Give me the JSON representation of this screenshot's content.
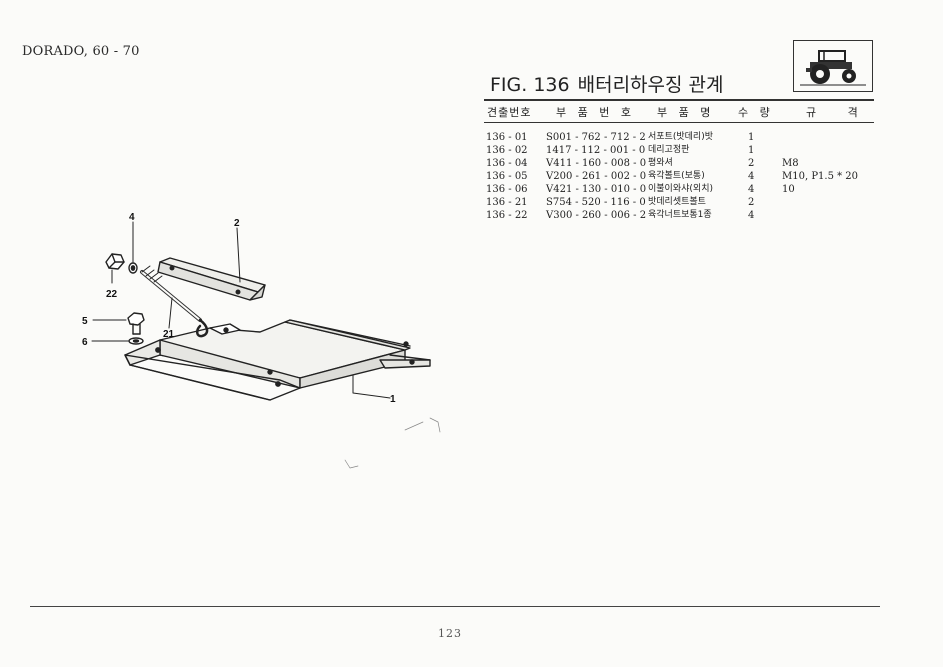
{
  "header": {
    "model": "DORADO, 60 - 70"
  },
  "figure": {
    "number": "FIG. 136",
    "name": "배터리하우징 관계"
  },
  "table": {
    "columns": [
      "견출번호",
      "부 품 번 호",
      "부 품 명",
      "수 량",
      "규 격"
    ],
    "rows": [
      {
        "no": "136 - 01",
        "part_no": "S001 - 762 - 712 - 2",
        "name": "서포트(밧데리)밧",
        "qty": "1",
        "spec": ""
      },
      {
        "no": "136 - 02",
        "part_no": "1417 - 112 - 001 - 0",
        "name": "데리고정판",
        "qty": "1",
        "spec": ""
      },
      {
        "no": "136 - 04",
        "part_no": "V411 - 160 - 008 - 0",
        "name": "평와셔",
        "qty": "2",
        "spec": "M8"
      },
      {
        "no": "136 - 05",
        "part_no": "V200 - 261 - 002 - 0",
        "name": "육각볼트(보통)",
        "qty": "4",
        "spec": "M10, P1.5 * 20"
      },
      {
        "no": "136 - 06",
        "part_no": "V421 - 130 - 010 - 0",
        "name": "이불이와샤(외치)",
        "qty": "4",
        "spec": "10"
      },
      {
        "no": "136 - 21",
        "part_no": "S754 - 520 - 116 - 0",
        "name": "밧데리셋트볼트",
        "qty": "2",
        "spec": ""
      },
      {
        "no": "136 - 22",
        "part_no": "V300 - 260 - 006 - 2",
        "name": "육각너트보통1종",
        "qty": "4",
        "spec": ""
      }
    ]
  },
  "diagram": {
    "callouts": {
      "c1": "1",
      "c2": "2",
      "c4": "4",
      "c5": "5",
      "c6": "6",
      "c21": "21",
      "c22": "22"
    }
  },
  "footer": {
    "page": "123"
  },
  "icons": {
    "corner": "tractor-icon"
  }
}
